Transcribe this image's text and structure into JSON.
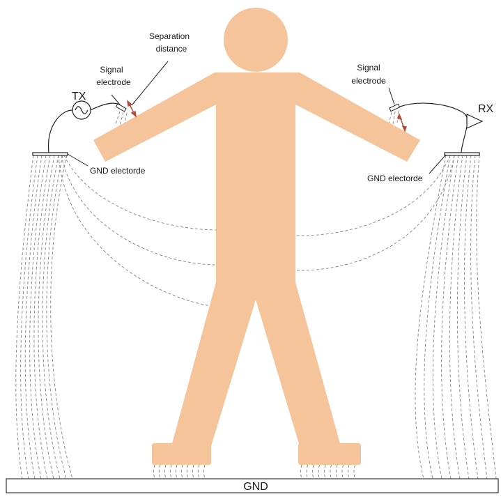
{
  "labels": {
    "tx": "TX",
    "rx": "RX",
    "separation_line1": "Separation",
    "separation_line2": "distance",
    "signal_left_line1": "Signal",
    "signal_left_line2": "electrode",
    "signal_right_line1": "Signal",
    "signal_right_line2": "electrode",
    "gnd_left": "GND electorde",
    "gnd_right": "GND electorde",
    "ground_plane": "GND"
  },
  "colors": {
    "body": "#f6c49a",
    "field_lines": "#8c8c8c",
    "wire": "#222222",
    "arrow": "#b54a3a",
    "ground_plane_fill": "#ffffff",
    "ground_plane_stroke": "#333333"
  },
  "icons": {
    "tx_source": "ac-source-icon",
    "rx_receiver": "amplifier-triangle-icon"
  }
}
